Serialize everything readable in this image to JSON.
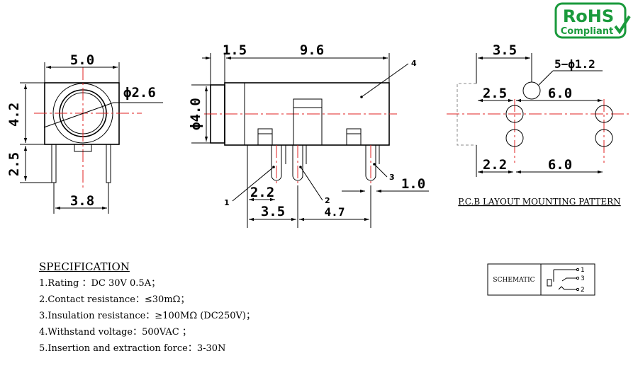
{
  "front_view": {
    "width_top": "5.0",
    "diameter": "ϕ2.6",
    "height": "4.2",
    "pin_height": "2.5",
    "pin_spacing": "3.8"
  },
  "side_view": {
    "front_length": "1.5",
    "body_length": "9.6",
    "diameter": "ϕ4.0",
    "pin1_to_pin2": "2.2",
    "total_offset": "3.5",
    "pin2_to_pin3": "4.7",
    "pin3_dim": "1.0",
    "callouts": [
      "1",
      "2",
      "3",
      "4"
    ]
  },
  "pcb_layout": {
    "top_offset": "3.5",
    "hole_spec": "5−ϕ1.2",
    "row1_left": "2.5",
    "row1_right": "6.0",
    "row2_left": "2.2",
    "row2_right": "6.0",
    "caption": "P.C.B LAYOUT MOUNTING PATTERN"
  },
  "schematic": {
    "label": "SCHEMATIC",
    "terminals": [
      "1",
      "3",
      "2"
    ]
  },
  "rohs": {
    "line1": "RoHS",
    "line2": "Compliant",
    "color": "#1a9a3c"
  },
  "specification": {
    "title": "SPECIFICATION",
    "items": [
      "1.Rating  ：DC 30V 0.5A；",
      "2.Contact resistance：≤30mΩ；",
      "3.Insulation resistance：≥100MΩ (DC250V)；",
      "4.Withstand voltage：500VAC ；",
      "5.Insertion and extraction force：3-30N"
    ]
  }
}
